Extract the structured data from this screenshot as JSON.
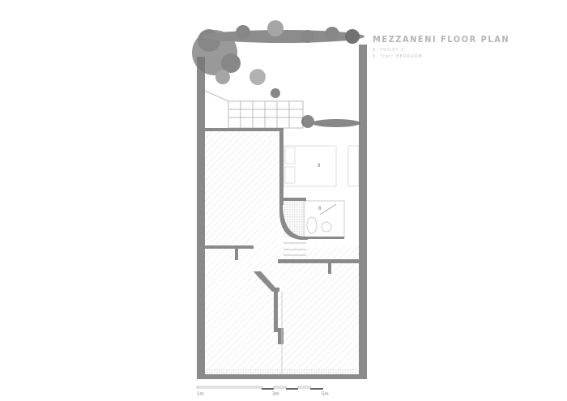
{
  "title": "MEZZANENI FLOOR PLAN",
  "legend": [
    "8. TOILET 3",
    "9. \"cat\" BEDROOM"
  ],
  "room_labels": [
    "9",
    "8"
  ],
  "scale_bar": [
    "1m",
    "3m",
    "5m"
  ],
  "colors": {
    "wall": "#8a8a8a",
    "text": "#b4b4b4",
    "foliage": "#5f5f5f"
  }
}
